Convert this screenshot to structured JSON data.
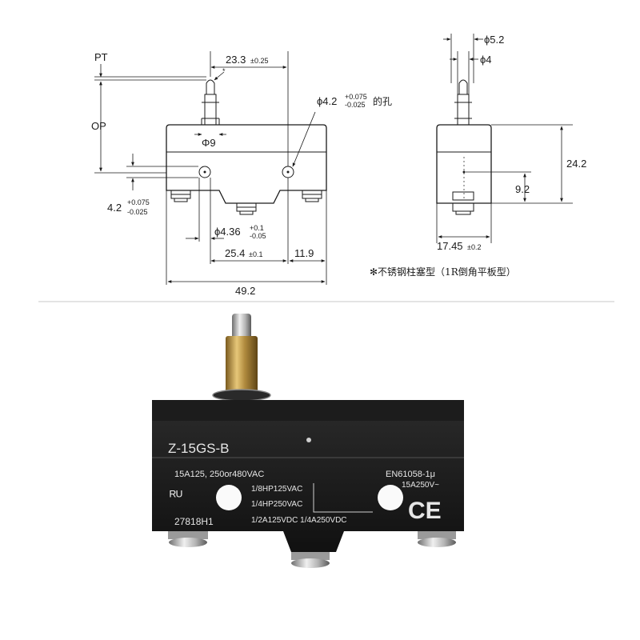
{
  "front_view": {
    "pt_label": "PT",
    "op_label": "OP",
    "asterisk": "*",
    "dim_plunger_offset": "23.3",
    "dim_plunger_offset_tol": "±0.25",
    "dim_hole_dia": "ϕ4.2",
    "dim_hole_tol_plus": "+0.075",
    "dim_hole_tol_minus": "-0.025",
    "dim_hole_suffix": "的孔",
    "dim_plunger_dia": "Φ9",
    "dim_left_hole": "4.2",
    "dim_left_hole_tol_plus": "+0.075",
    "dim_left_hole_tol_minus": "-0.025",
    "dim_center_hole": "ϕ4.36",
    "dim_center_hole_tol_plus": "+0.1",
    "dim_center_hole_tol_minus": "-0.05",
    "dim_hole_pitch": "25.4",
    "dim_hole_pitch_tol": "±0.1",
    "dim_right_offset": "11.9",
    "dim_total_width": "49.2"
  },
  "side_view": {
    "dim_cap_dia": "ϕ5.2",
    "dim_rod_dia": "ϕ4",
    "dim_height": "24.2",
    "dim_hole_height": "9.2",
    "dim_width": "17.45",
    "dim_width_tol": "±0.2"
  },
  "note": "✻不锈钢柱塞型（1R倒角平板型）",
  "photo": {
    "model": "Z-15GS-B",
    "rating_main": "15A125, 250or480VAC",
    "rating_hp1": "1/8HP125VAC",
    "rating_hp2": "1/4HP250VAC",
    "rating_dc": "1/2A125VDC 1/4A250VDC",
    "standard": "EN61058-1μ",
    "standard_rating": "15A250V~",
    "serial": "27818H1",
    "ul_mark": "ᴿᵁ",
    "ce_mark": "CE"
  }
}
